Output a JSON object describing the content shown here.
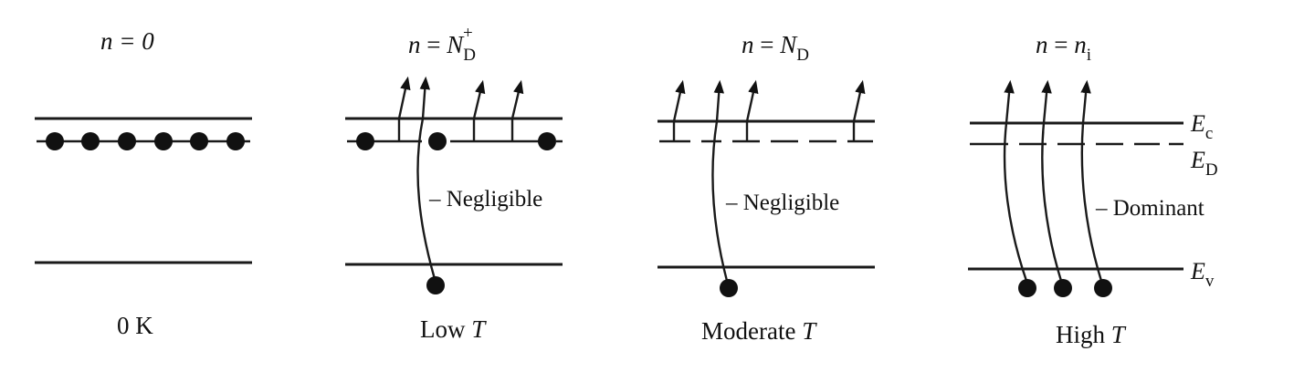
{
  "panels": [
    {
      "id": "zeroK",
      "condition": "n = 0",
      "temperature": "0 K",
      "note": "",
      "donor_electrons_remaining": 6,
      "electrons_excited_from_donors": 0,
      "electrons_excited_from_valence": 0
    },
    {
      "id": "lowT",
      "condition": {
        "n": "n",
        "eq": " = ",
        "N": "N",
        "sub": "D",
        "sup": "+"
      },
      "temperature": {
        "word": "Low ",
        "var": "T"
      },
      "note": "– Negligible",
      "donor_electrons_remaining": 3,
      "electrons_excited_from_donors": 3,
      "electrons_excited_from_valence": 1
    },
    {
      "id": "moderateT",
      "condition": {
        "n": "n",
        "eq": " = ",
        "N": "N",
        "sub": "D"
      },
      "temperature": {
        "word": "Moderate ",
        "var": "T"
      },
      "note": "– Negligible",
      "donor_electrons_remaining": 0,
      "electrons_excited_from_donors": 3,
      "electrons_excited_from_valence": 1
    },
    {
      "id": "highT",
      "condition": {
        "n": "n",
        "eq": " = ",
        "N": "n",
        "sub": "i"
      },
      "temperature": {
        "word": "High ",
        "var": "T"
      },
      "note": "– Dominant",
      "donor_electrons_remaining": 0,
      "electrons_excited_from_donors": 0,
      "electrons_excited_from_valence": 3
    }
  ],
  "band_labels": {
    "Ec": {
      "main": "E",
      "sub": "c"
    },
    "ED": {
      "main": "E",
      "sub": "D"
    },
    "Ev": {
      "main": "E",
      "sub": "v"
    }
  },
  "colors": {
    "ink": "#111111",
    "background": "#ffffff"
  }
}
